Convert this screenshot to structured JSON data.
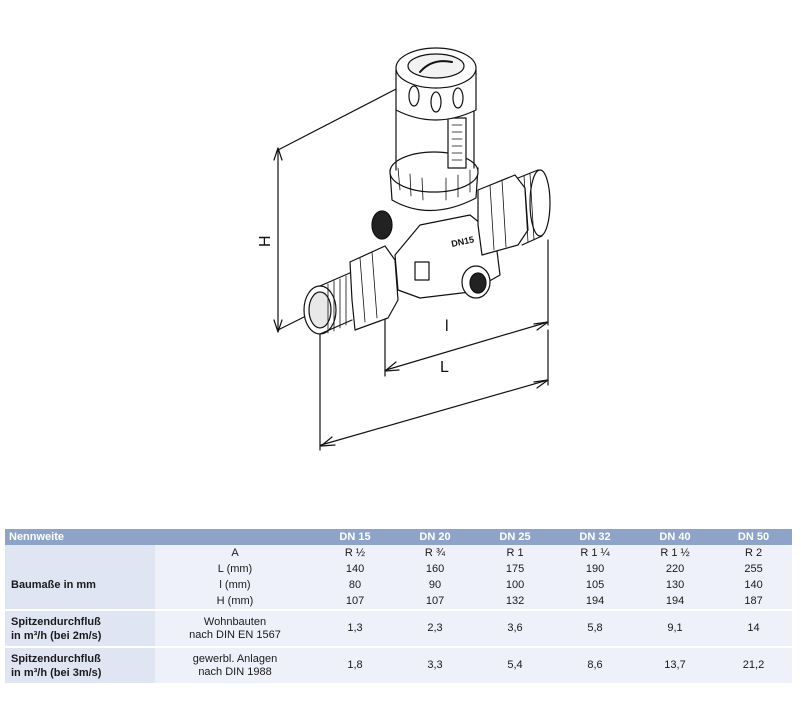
{
  "drawing": {
    "dim_H": "H",
    "dim_l": "l",
    "dim_L": "L",
    "marking": "DN15"
  },
  "table": {
    "header": {
      "label": "Nennweite",
      "columns": [
        "DN 15",
        "DN 20",
        "DN 25",
        "DN 32",
        "DN 40",
        "DN 50"
      ]
    },
    "row_A": {
      "sub": "A",
      "values": [
        "R ½",
        "R ¾",
        "R 1",
        "R 1 ¼",
        "R 1 ½",
        "R 2"
      ]
    },
    "dimensions": {
      "group": "Baumaße in mm",
      "rows": [
        {
          "sub": "L (mm)",
          "values": [
            "140",
            "160",
            "175",
            "190",
            "220",
            "255"
          ]
        },
        {
          "sub": "l (mm)",
          "values": [
            "80",
            "90",
            "100",
            "105",
            "130",
            "140"
          ]
        },
        {
          "sub": "H (mm)",
          "values": [
            "107",
            "107",
            "132",
            "194",
            "194",
            "187"
          ]
        }
      ]
    },
    "flow_2": {
      "group_line1": "Spitzendurchfluß",
      "group_line2": "in m³/h (bei 2m/s)",
      "cond_line1": "Wohnbauten",
      "cond_line2": "nach DIN EN 1567",
      "values": [
        "1,3",
        "2,3",
        "3,6",
        "5,8",
        "9,1",
        "14"
      ]
    },
    "flow_3": {
      "group_line1": "Spitzendurchfluß",
      "group_line2": "in m³/h (bei 3m/s)",
      "cond_line1": "gewerbl.  Anlagen",
      "cond_line2": "nach DIN 1988",
      "values": [
        "1,8",
        "3,3",
        "5,4",
        "8,6",
        "13,7",
        "21,2"
      ]
    }
  }
}
